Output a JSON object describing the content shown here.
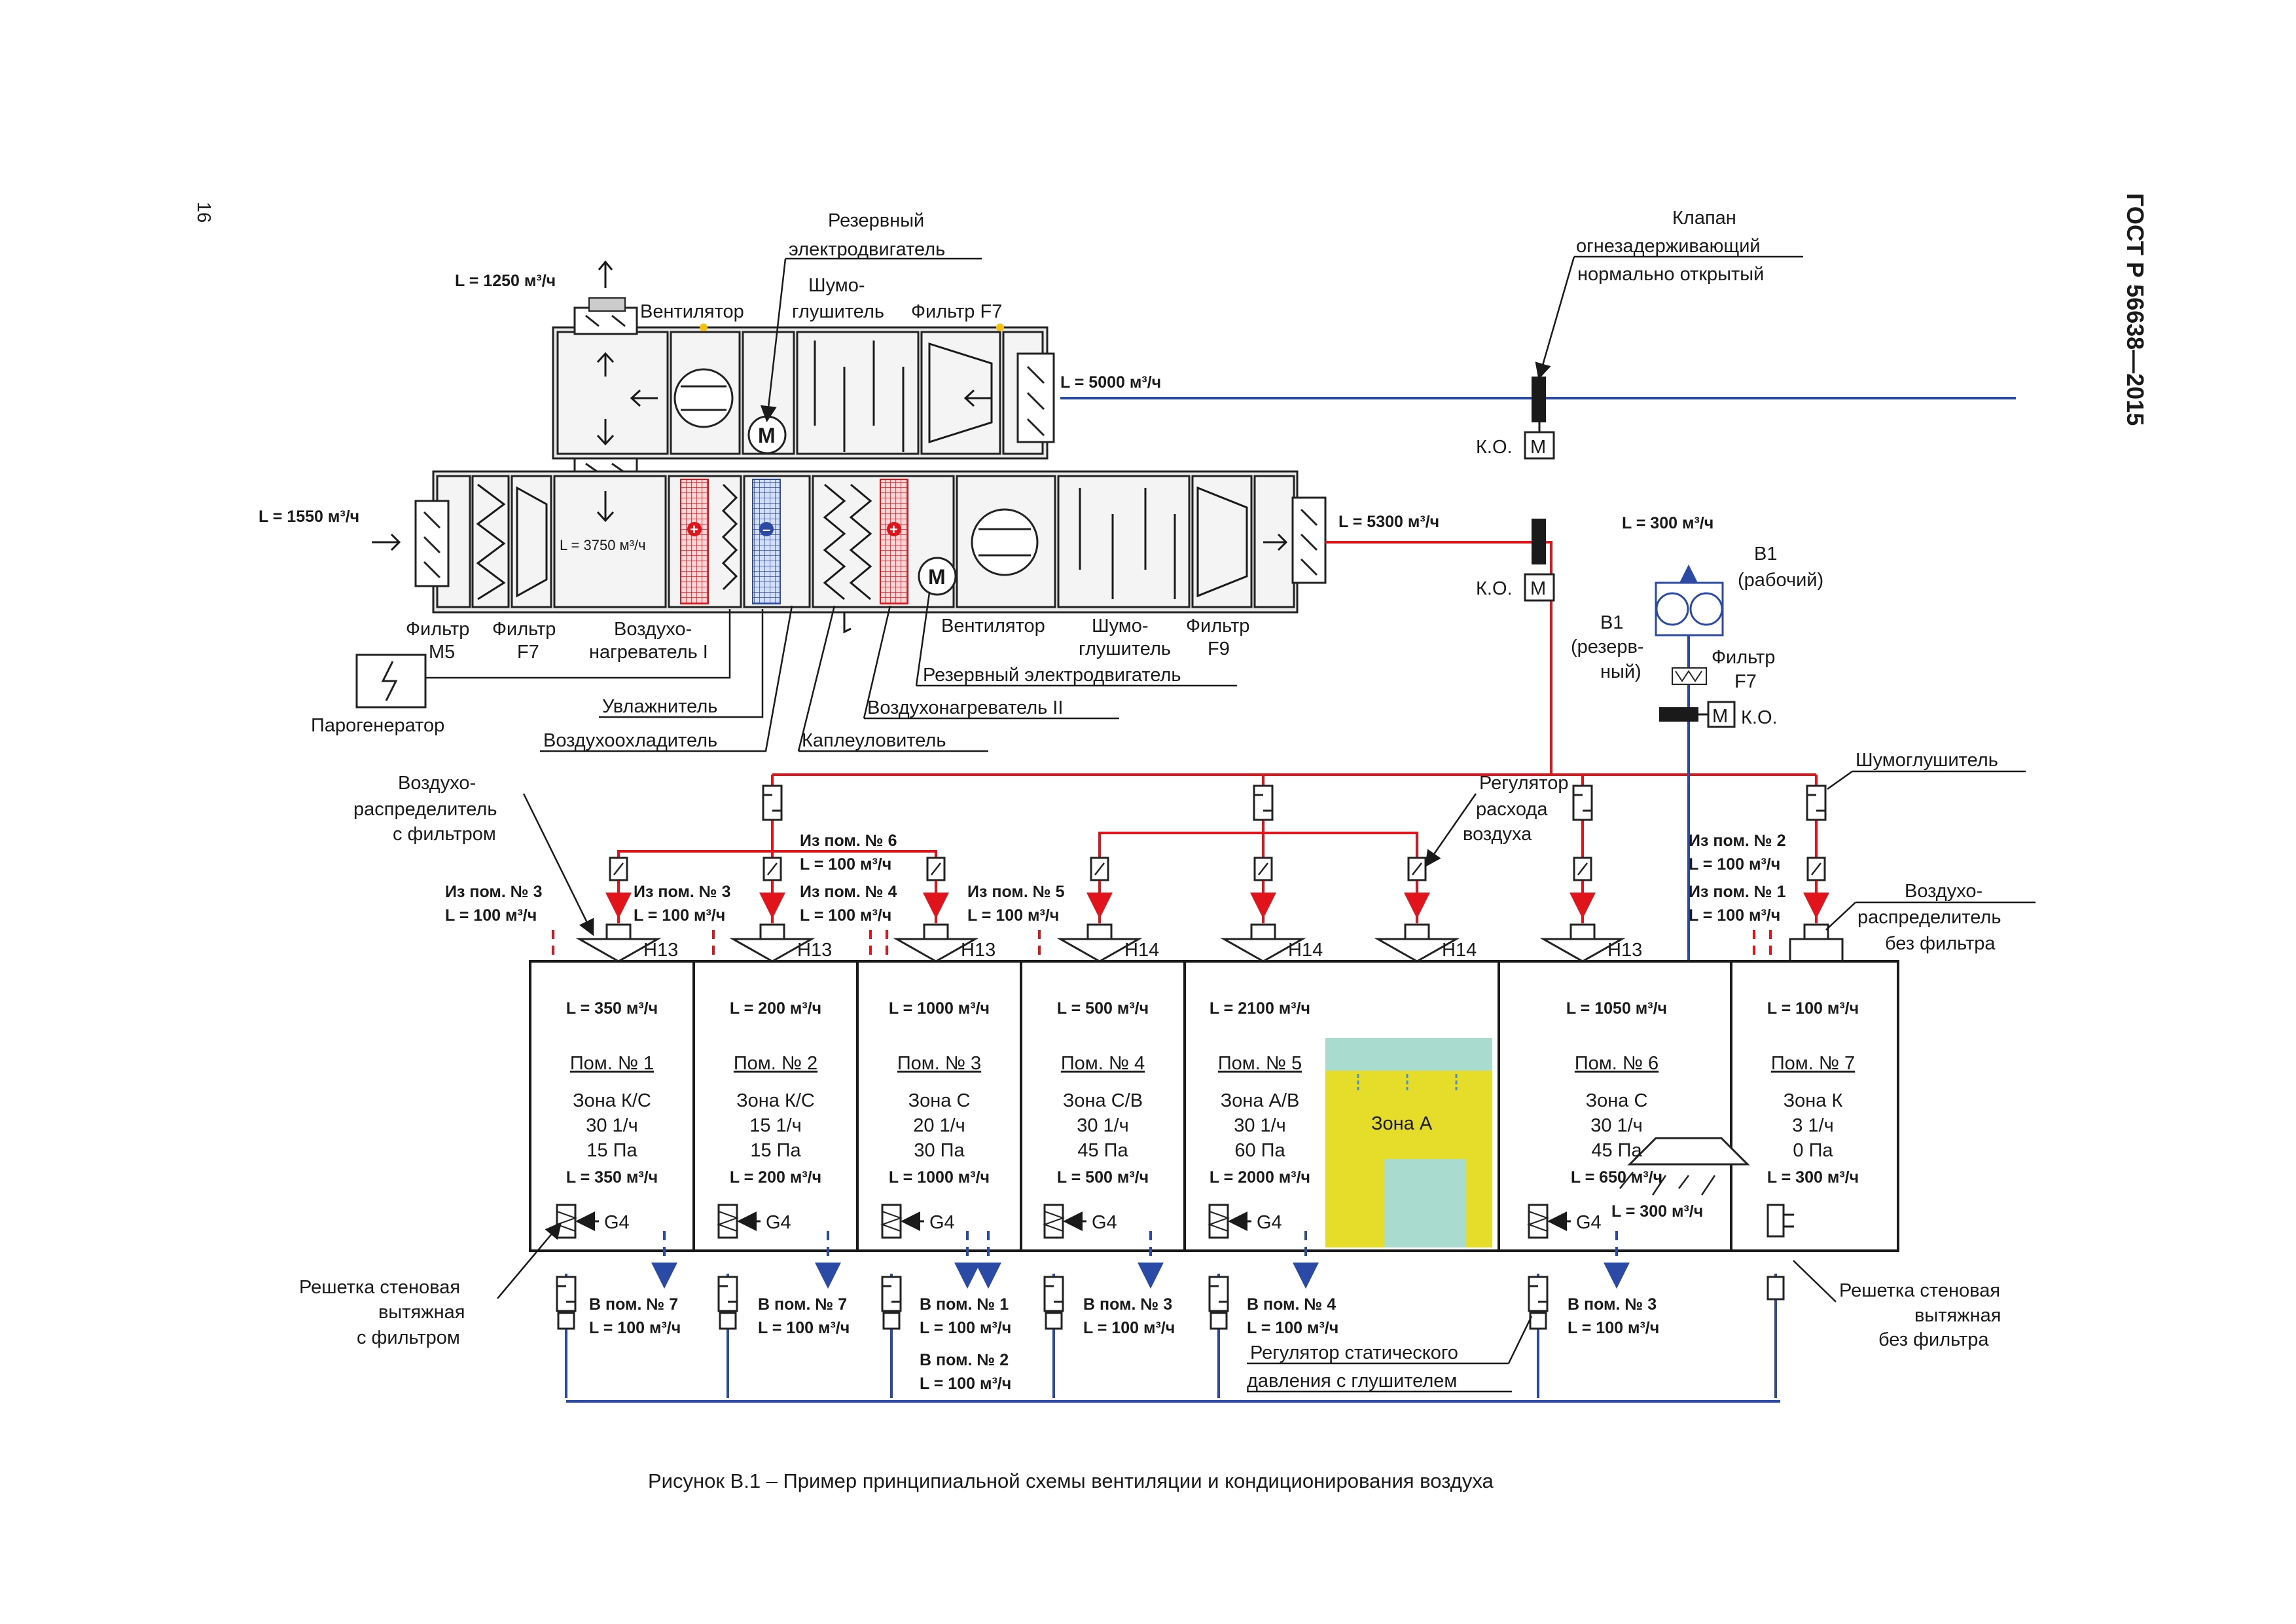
{
  "page": {
    "page_number": "16",
    "standard": "ГОСТ Р 56638—2015",
    "caption": "Рисунок В.1 – Пример принципиальной схемы вентиляции и кондиционирования воздуха"
  },
  "ahu": {
    "exhaust_out": "L = 1250 м³/ч",
    "return_in": "L = 5000 м³/ч",
    "fresh_in": "L = 1550 м³/ч",
    "recirc": "L = 3750 м³/ч",
    "supply_out": "L = 5300 м³/ч",
    "labels": {
      "fan_top": "Вентилятор",
      "silencer_top_1": "Шумо-",
      "silencer_top_2": "глушитель",
      "filter_f7_top": "Фильтр F7",
      "reserve_motor_top_1": "Резервный",
      "reserve_motor_top_2": "электродвигатель",
      "filter_m5_1": "Фильтр",
      "filter_m5_2": "M5",
      "filter_f7_1": "Фильтр",
      "filter_f7_2": "F7",
      "heater1_1": "Воздухо-",
      "heater1_2": "нагреватель I",
      "fan_bottom": "Вентилятор",
      "silencer_bottom_1": "Шумо-",
      "silencer_bottom_2": "глушитель",
      "filter_f9_1": "Фильтр",
      "filter_f9_2": "F9",
      "steam_generator": "Парогенератор",
      "humidifier": "Увлажнитель",
      "cooler": "Воздухоохладитель",
      "reserve_motor_bottom": "Резервный электродвигатель",
      "heater2": "Воздухонагреватель II",
      "droplet": "Каплеуловитель"
    }
  },
  "right": {
    "valve_1": "Клапан",
    "valve_2": "огнезадерживающий",
    "valve_3": "нормально открытый",
    "ko": "К.О.",
    "motor": "M",
    "exhaust_300": "L = 300 м³/ч",
    "b1_work_1": "B1",
    "b1_work_2": "(рабочий)",
    "b1_res_1": "B1",
    "b1_res_2": "(резерв-",
    "b1_res_3": "ный)",
    "filter_1": "Фильтр",
    "filter_2": "F7",
    "silencer": "Шумоглушитель",
    "regulator_1": "Регулятор",
    "regulator_2": "расхода",
    "regulator_3": "воздуха",
    "distributor_1": "Воздухо-",
    "distributor_2": "распределитель",
    "distributor_3": "с фильтром",
    "distributor_nf_1": "Воздухо-",
    "distributor_nf_2": "распределитель",
    "distributor_nf_3": "без фильтра"
  },
  "transfers_in": [
    {
      "a": "Из пом. № 3",
      "b": "L = 100 м³/ч"
    },
    {
      "a": "Из пом. № 3",
      "b": "L = 100 м³/ч"
    },
    {
      "a": "Из пом. № 6",
      "b": "L = 100 м³/ч"
    },
    {
      "a": "Из пом. № 4",
      "b": "L = 100 м³/ч"
    },
    {
      "a": "Из пом. № 5",
      "b": "L = 100 м³/ч"
    },
    {
      "a": "Из пом. № 2",
      "b": "L = 100 м³/ч"
    },
    {
      "a": "Из пом. № 1",
      "b": "L = 100 м³/ч"
    }
  ],
  "hepa": [
    "H13",
    "H13",
    "H13",
    "H14",
    "H14",
    "H14",
    "H13"
  ],
  "rooms": [
    {
      "supply": "L = 350 м³/ч",
      "name": "Пом. № 1",
      "zone": "Зона К/С",
      "ach": "30 1/ч",
      "pa": "15 Па",
      "exhaust": "L = 350 м³/ч",
      "grille": "G4"
    },
    {
      "supply": "L = 200 м³/ч",
      "name": "Пом. № 2",
      "zone": "Зона К/С",
      "ach": "15 1/ч",
      "pa": "15 Па",
      "exhaust": "L = 200 м³/ч",
      "grille": "G4"
    },
    {
      "supply": "L = 1000 м³/ч",
      "name": "Пом. № 3",
      "zone": "Зона С",
      "ach": "20 1/ч",
      "pa": "30 Па",
      "exhaust": "L = 1000 м³/ч",
      "grille": "G4"
    },
    {
      "supply": "L = 500 м³/ч",
      "name": "Пом. № 4",
      "zone": "Зона С/В",
      "ach": "30 1/ч",
      "pa": "45 Па",
      "exhaust": "L = 500 м³/ч",
      "grille": "G4"
    },
    {
      "supply": "L = 2100 м³/ч",
      "name": "Пом. № 5",
      "zone": "Зона А/В",
      "ach": "30 1/ч",
      "pa": "60 Па",
      "exhaust": "L = 2000 м³/ч",
      "grille": "G4"
    },
    {
      "supply": "L = 1050 м³/ч",
      "name": "Пом. № 6",
      "zone": "Зона С",
      "ach": "30 1/ч",
      "pa": "45 Па",
      "exhaust": "L = 650 м³/ч",
      "grille": "G4"
    },
    {
      "supply": "L = 100 м³/ч",
      "name": "Пом. № 7",
      "zone": "Зона К",
      "ach": "3 1/ч",
      "pa": "0 Па",
      "exhaust": "L = 300 м³/ч",
      "grille": ""
    }
  ],
  "zone_a": "Зона А",
  "hood_flow": "L = 300 м³/ч",
  "transfers_out": [
    {
      "a": "В пом. № 7",
      "b": "L = 100 м³/ч"
    },
    {
      "a": "В пом. № 7",
      "b": "L = 100 м³/ч"
    },
    {
      "a": "В пом. № 1",
      "b": "L = 100 м³/ч"
    },
    {
      "a": "В пом. № 2",
      "b": "L = 100 м³/ч"
    },
    {
      "a": "В пом. № 3",
      "b": "L = 100 м³/ч"
    },
    {
      "a": "В пом. № 4",
      "b": "L = 100 м³/ч"
    },
    {
      "a": "В пом. № 3",
      "b": "L = 100 м³/ч"
    }
  ],
  "bottom_labels": {
    "wall_grille_f_1": "Решетка стеновая",
    "wall_grille_f_2": "вытяжная",
    "wall_grille_f_3": "с фильтром",
    "static_reg_1": "Регулятор статического",
    "static_reg_2": "давления с глушителем",
    "wall_grille_nf_1": "Решетка стеновая",
    "wall_grille_nf_2": "вытяжная",
    "wall_grille_nf_3": "без фильтра"
  },
  "colors": {
    "supply": "#e2141b",
    "exhaust": "#2b4aa6",
    "zone_a": "#e6dc2a",
    "zone_a_inner": "#a9dccf"
  }
}
